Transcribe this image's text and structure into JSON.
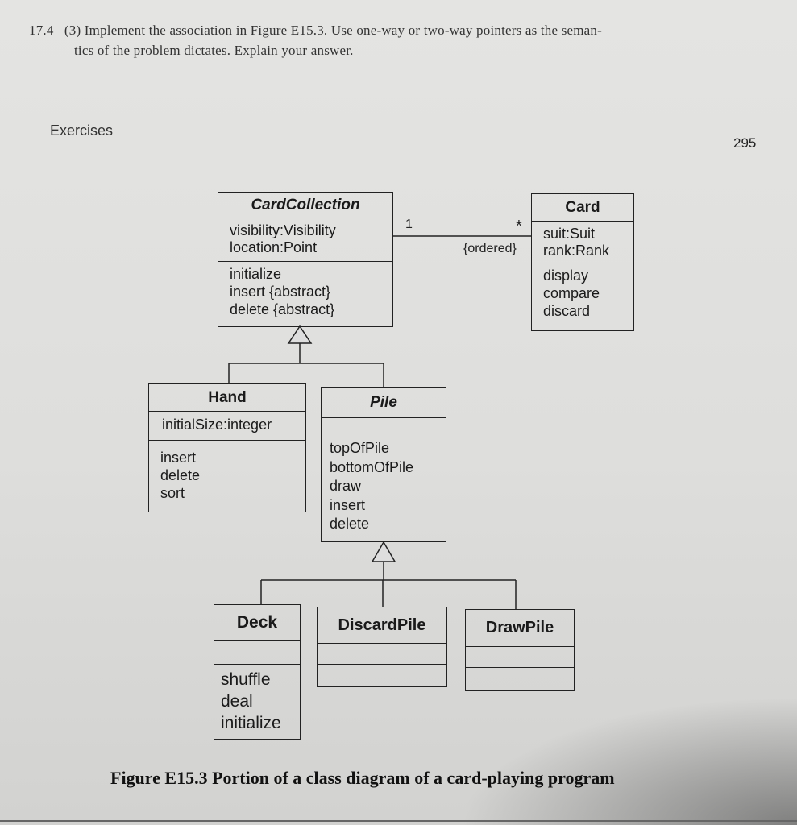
{
  "question": {
    "number": "17.4",
    "line1": "(3) Implement the association in Figure E15.3. Use one-way or two-way pointers as the seman-",
    "line2": "tics of the problem dictates. Explain your answer."
  },
  "header": {
    "section": "Exercises",
    "page_number": "295"
  },
  "classes": {
    "card_collection": {
      "name": "CardCollection",
      "attributes": [
        "visibility:Visibility",
        "location:Point"
      ],
      "operations": [
        "initialize",
        "insert {abstract}",
        "delete {abstract}"
      ]
    },
    "card": {
      "name": "Card",
      "attributes": [
        "suit:Suit",
        "rank:Rank"
      ],
      "operations": [
        "display",
        "compare",
        "discard"
      ]
    },
    "hand": {
      "name": "Hand",
      "attributes": [
        "initialSize:integer"
      ],
      "operations": [
        "insert",
        "delete",
        "sort"
      ]
    },
    "pile": {
      "name": "Pile",
      "attributes": [],
      "operations": [
        "topOfPile",
        "bottomOfPile",
        "draw",
        "insert",
        "delete"
      ]
    },
    "deck": {
      "name": "Deck",
      "attributes": [],
      "operations": [
        "shuffle",
        "deal",
        "initialize"
      ]
    },
    "discard_pile": {
      "name": "DiscardPile",
      "attributes": [],
      "operations": []
    },
    "draw_pile": {
      "name": "DrawPile",
      "attributes": [],
      "operations": []
    }
  },
  "association": {
    "mult_left": "1",
    "mult_right": "*",
    "constraint": "{ordered}"
  },
  "caption": "Figure E15.3 Portion of a class diagram of a card-playing program"
}
